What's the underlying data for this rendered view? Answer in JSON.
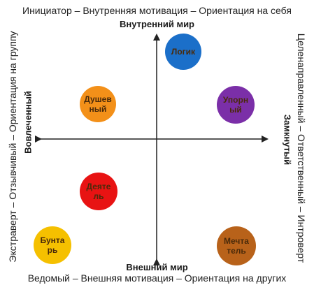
{
  "top_caption": "Инициатор – Внутренняя мотивация – Ориентация на себя",
  "bottom_caption": "Ведомый – Внешняя мотивация – Ориентация на других",
  "left_caption": "Экстраверт – Отзывчивый – Ориентация на группу",
  "right_caption": "Целенаправленный – Ответственный – Интроверт",
  "axes": {
    "top": "Внутренний мир",
    "bottom": "Внешний мир",
    "left": "Вовлеченный",
    "right": "Замкнутый"
  },
  "types": [
    {
      "label": "Логик",
      "color": "#1b6fc9"
    },
    {
      "label": "Душев\nный",
      "color": "#f39019"
    },
    {
      "label": "Упорн\nый",
      "color": "#7b2fa8"
    },
    {
      "label": "Деяте\nль",
      "color": "#e81313"
    },
    {
      "label": "Бунта\nрь",
      "color": "#f5c000"
    },
    {
      "label": "Мечта\nтель",
      "color": "#b8621a"
    }
  ],
  "colors": {
    "axis": "#222222"
  }
}
